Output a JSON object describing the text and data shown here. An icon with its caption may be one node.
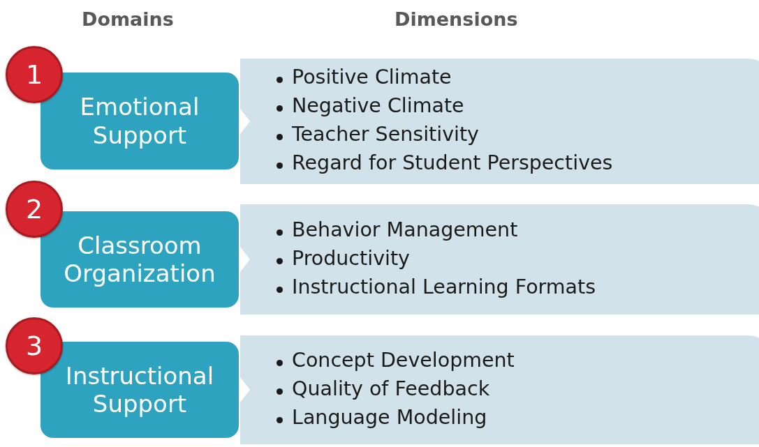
{
  "diagram": {
    "nodes": [
      {
        "text": [
          "1"
        ]
      },
      {
        "text": [
          "Emotional Support"
        ]
      },
      {
        "text": [
          "Positive Climate",
          "Negative Climate",
          "Teacher Sensitivity",
          "Regard for Student Perspectives"
        ]
      },
      {
        "text": [
          "2"
        ]
      },
      {
        "text": [
          "Classroom Organization"
        ]
      },
      {
        "text": [
          "Behavior Management",
          "Productivity",
          "Instructional Learning Formats"
        ]
      },
      {
        "text": [
          "3"
        ]
      },
      {
        "text": [
          "Instructional Support"
        ]
      },
      {
        "text": [
          "Concept Development",
          "Quality of Feedback",
          "Language Modeling"
        ]
      }
    ],
    "labels": [
      "Domains",
      "Dimensions"
    ]
  }
}
